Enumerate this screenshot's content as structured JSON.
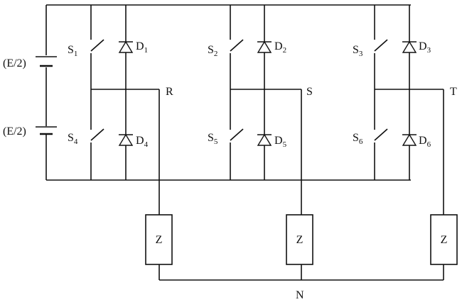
{
  "sources": [
    {
      "id": "upper",
      "label": "(E/2)"
    },
    {
      "id": "lower",
      "label": "(E/2)"
    }
  ],
  "legs": [
    {
      "phase": "R",
      "upper_switch": {
        "letter": "S",
        "sub": "1"
      },
      "upper_diode": {
        "letter": "D",
        "sub": "1"
      },
      "lower_switch": {
        "letter": "S",
        "sub": "4"
      },
      "lower_diode": {
        "letter": "D",
        "sub": "4"
      }
    },
    {
      "phase": "S",
      "upper_switch": {
        "letter": "S",
        "sub": "2"
      },
      "upper_diode": {
        "letter": "D",
        "sub": "2"
      },
      "lower_switch": {
        "letter": "S",
        "sub": "5"
      },
      "lower_diode": {
        "letter": "D",
        "sub": "5"
      }
    },
    {
      "phase": "T",
      "upper_switch": {
        "letter": "S",
        "sub": "3"
      },
      "upper_diode": {
        "letter": "D",
        "sub": "3"
      },
      "lower_switch": {
        "letter": "S",
        "sub": "6"
      },
      "lower_diode": {
        "letter": "D",
        "sub": "6"
      }
    }
  ],
  "loads": [
    {
      "label": "Z"
    },
    {
      "label": "Z"
    },
    {
      "label": "Z"
    }
  ],
  "neutral": {
    "label": "N"
  }
}
